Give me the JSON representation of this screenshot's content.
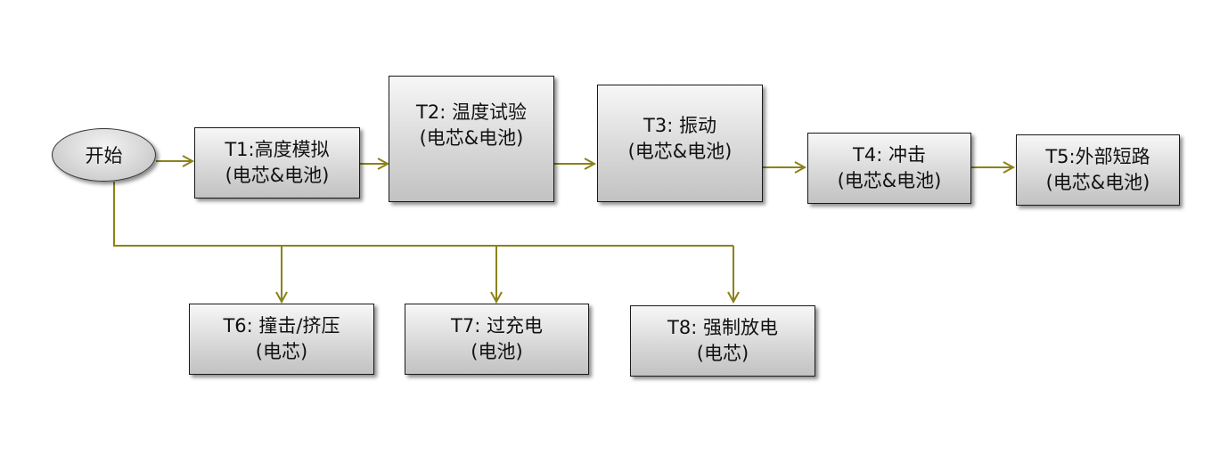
{
  "start": {
    "label": "开始"
  },
  "nodes": {
    "t1": {
      "line1": "T1:高度模拟",
      "line2": "(电芯&电池)"
    },
    "t2": {
      "line1": "T2:  温度试验",
      "line2": "(电芯&电池)"
    },
    "t3": {
      "line1": "T3:  振动",
      "line2": "(电芯&电池)"
    },
    "t4": {
      "line1": "T4:  冲击",
      "line2": "(电芯&电池)"
    },
    "t5": {
      "line1": "T5:外部短路",
      "line2": "(电芯&电池)"
    },
    "t6": {
      "line1": "T6:  撞击/挤压",
      "line2": "(电芯)"
    },
    "t7": {
      "line1": "T7: 过充电",
      "line2": "(电池)"
    },
    "t8": {
      "line1": "T8:  强制放电",
      "line2": "(电芯)"
    }
  },
  "colors": {
    "connector": "#8b8219",
    "box_border": "#1a1a1a",
    "box_fill_top": "#f7f7f7",
    "box_fill_bottom": "#c2c2c2"
  }
}
